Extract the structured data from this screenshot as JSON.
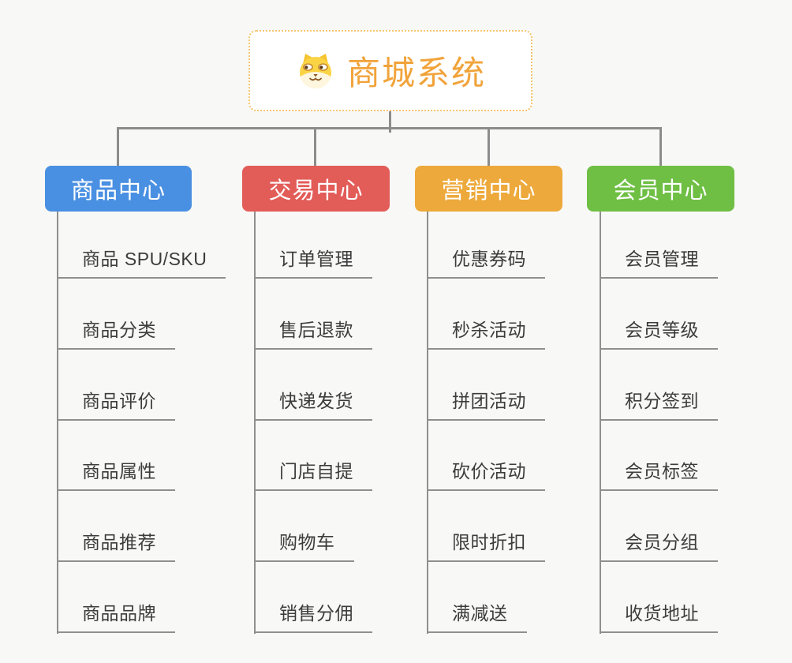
{
  "root": {
    "title": "商城系统",
    "icon": "dog-face-icon",
    "text_color": "#F1A33A",
    "border_color": "#F6C46E"
  },
  "connector_color": "#8C8C8C",
  "background_color": "#F8F8F6",
  "branches": [
    {
      "label": "商品中心",
      "color": "#4A90E2",
      "items": [
        "商品 SPU/SKU",
        "商品分类",
        "商品评价",
        "商品属性",
        "商品推荐",
        "商品品牌"
      ]
    },
    {
      "label": "交易中心",
      "color": "#E25C58",
      "items": [
        "订单管理",
        "售后退款",
        "快递发货",
        "门店自提",
        "购物车",
        "销售分佣"
      ]
    },
    {
      "label": "营销中心",
      "color": "#EDA93B",
      "items": [
        "优惠券码",
        "秒杀活动",
        "拼团活动",
        "砍价活动",
        "限时折扣",
        "满减送"
      ]
    },
    {
      "label": "会员中心",
      "color": "#6FBF44",
      "items": [
        "会员管理",
        "会员等级",
        "积分签到",
        "会员标签",
        "会员分组",
        "收货地址"
      ]
    }
  ]
}
